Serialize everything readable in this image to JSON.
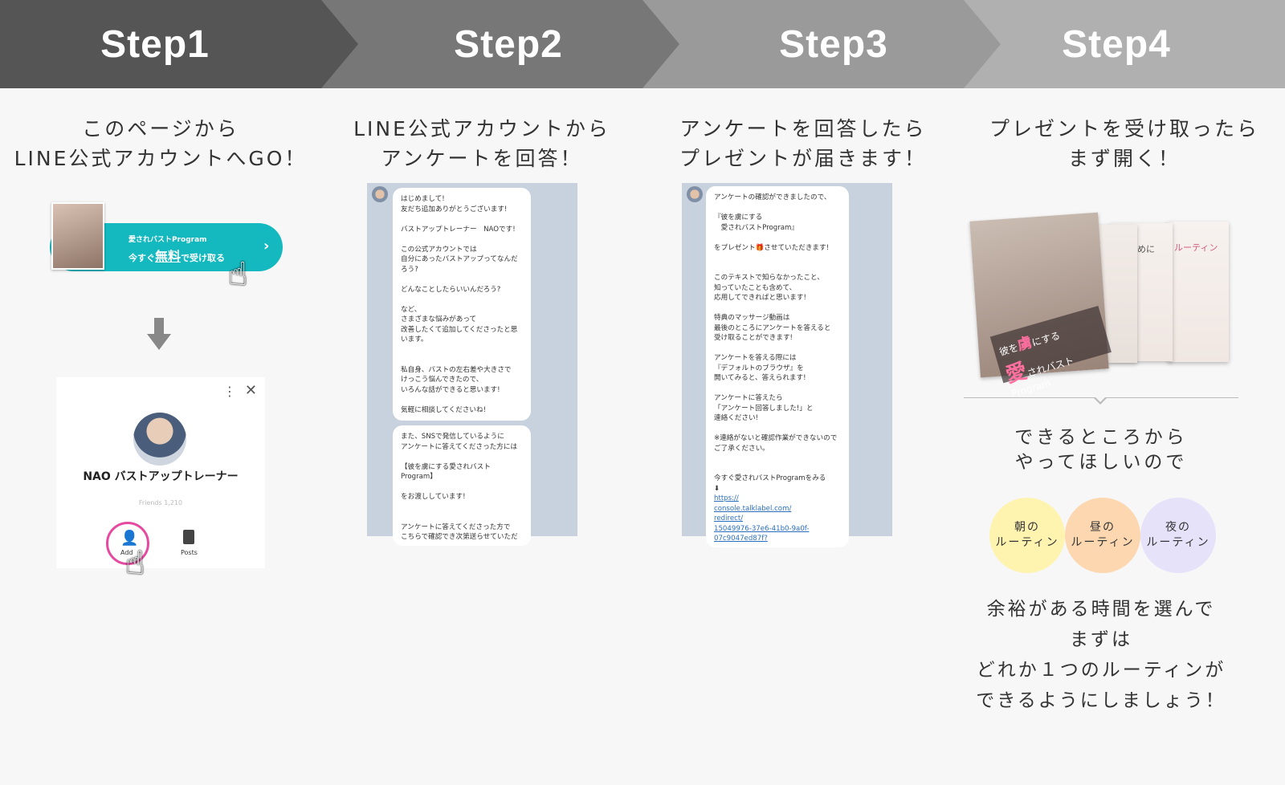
{
  "steps": [
    "Step1",
    "Step2",
    "Step3",
    "Step4"
  ],
  "columns": [
    {
      "title_l1": "このページから",
      "title_l2": "LINE公式アカウントへGO！"
    },
    {
      "title_l1": "LINE公式アカウントから",
      "title_l2": "アンケートを回答！"
    },
    {
      "title_l1": "アンケートを回答したら",
      "title_l2": "プレゼントが届きます！"
    },
    {
      "title_l1": "プレゼントを受け取ったら",
      "title_l2": "まず開く！"
    }
  ],
  "banner": {
    "small": "愛されバストProgram",
    "main_pre": "今すぐ",
    "main_em": "無料",
    "main_post": "で受け取る",
    "arrow": "›"
  },
  "profile": {
    "menu": "⋮",
    "close": "✕",
    "name": "NAO バストアップトレーナー",
    "friends": "Friends 1,210",
    "add": "Add",
    "posts": "Posts"
  },
  "chat2": {
    "b1": "はじめまして!\n友だち追加ありがとうございます!\n\nバストアップトレーナー　NAOです!\n\nこの公式アカウントでは\n自分にあったバストアップってなんだろう?\n\nどんなことしたらいいんだろう?\n\nなど、\nさまざまな悩みがあって\n改善したくて追加してくださったと思います。\n\n\n私自身、バストの左右差や大きさで\nけっこう悩んできたので、\nいろんな話ができると思います!\n\n気軽に相談してくださいね!",
    "b2": "また、SNSで発信しているように\nアンケートに答えてくださった方には\n\n【彼を虜にする愛されバスト\nProgram】\n\nをお渡ししています!\n\n\nアンケートに答えてくださった方で\nこちらで確認でき次第送らせていただ"
  },
  "chat3": {
    "b1": "アンケートの確認ができましたので、\n\n『彼を虜にする\n　愛されバストProgram』\n\nをプレゼント🎁させていただきます!\n\n\nこのテキストで知らなかったこと、\n知っていたことも含めて、\n応用してできればと思います!\n\n特典のマッサージ動画は\n最後のところにアンケートを答えると\n受け取ることができます!\n\nアンケートを答える際には\n『デフォルトのブラウザ』を\n開いてみると、答えられます!\n\nアンケートに答えたら\n「アンケート回答しました!」と\n連絡ください!\n\n※連絡がないと確認作業ができないので\nご了承ください。\n\n\n今すぐ愛されバストProgramをみる\n⬇",
    "link": "https://\nconsole.talklabel.com/\nredirect/\n15049976-37e6-41b0-9a0f-\n07c9047ed87f?"
  },
  "booklet": {
    "page3": "はじめに",
    "page4": "ルーティン",
    "cover_ai": "愛",
    "cover_mid": "され",
    "cover_text": "彼を",
    "cover_ho": "虜",
    "cover_end": "にする",
    "cover_prog": "バストProgram"
  },
  "sub": {
    "l1": "できるところから",
    "l2": "やってほしいので"
  },
  "routines": [
    {
      "l1": "朝の",
      "l2": "ルーティン",
      "color": "#fff3b0"
    },
    {
      "l1": "昼の",
      "l2": "ルーティン",
      "color": "#fcd7b0"
    },
    {
      "l1": "夜の",
      "l2": "ルーティン",
      "color": "#e6e2fa"
    }
  ],
  "bottom": {
    "l1": "余裕がある時間を選んで",
    "l2": "まずは",
    "l3": "どれか１つのルーティンが",
    "l4": "できるようにしましょう！"
  }
}
